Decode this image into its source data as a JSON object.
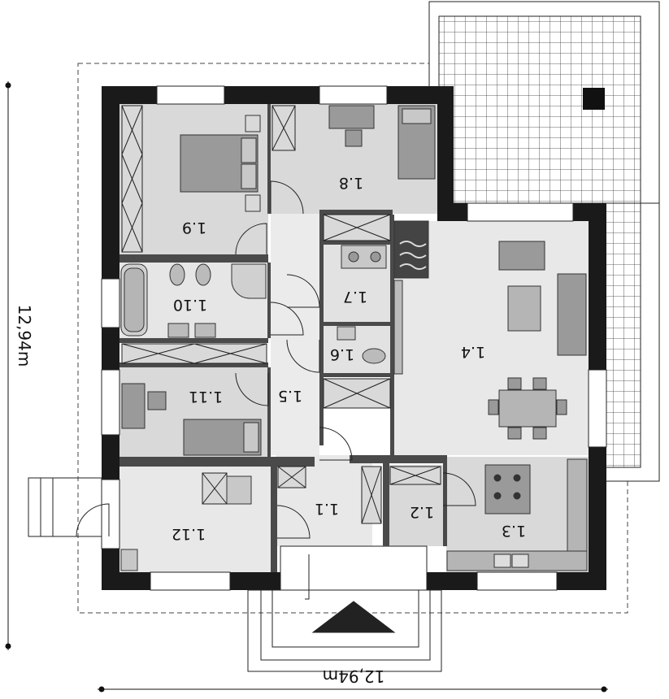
{
  "plan": {
    "rooms": [
      {
        "id": "1.1",
        "label": "1.1"
      },
      {
        "id": "1.2",
        "label": "1.2"
      },
      {
        "id": "1.3",
        "label": "1.3"
      },
      {
        "id": "1.4",
        "label": "1.4"
      },
      {
        "id": "1.5",
        "label": "1.5"
      },
      {
        "id": "1.6",
        "label": "1.6"
      },
      {
        "id": "1.7",
        "label": "1.7"
      },
      {
        "id": "1.8",
        "label": "1.8"
      },
      {
        "id": "1.9",
        "label": "1.9"
      },
      {
        "id": "1.10",
        "label": "1.10"
      },
      {
        "id": "1.11",
        "label": "1.11"
      },
      {
        "id": "1.12",
        "label": "1.12"
      }
    ],
    "dimensions": {
      "width": "12,94m",
      "depth": "12,94m"
    },
    "colors": {
      "wall": "#1a1a1a",
      "room_fill": "#d9d9d9",
      "living_fill": "#e8e8e8",
      "furniture": "#9a9a9a",
      "line": "#222222"
    }
  }
}
